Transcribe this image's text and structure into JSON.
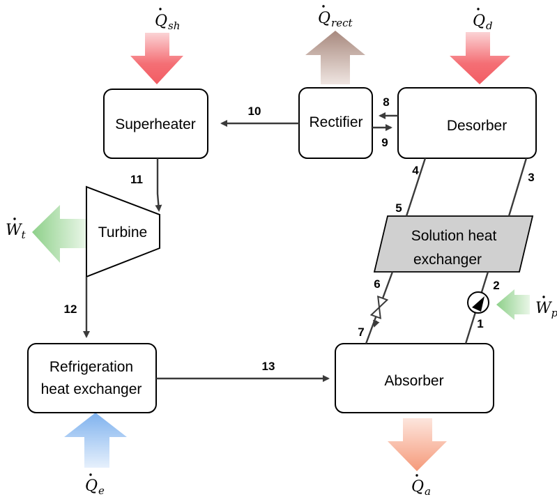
{
  "components": {
    "superheater": "Superheater",
    "rectifier": "Rectifier",
    "desorber": "Desorber",
    "turbine": "Turbine",
    "solution_hx_line1": "Solution heat",
    "solution_hx_line2": "exchanger",
    "refrigeration_hx_line1": "Refrigeration",
    "refrigeration_hx_line2": "heat exchanger",
    "absorber": "Absorber"
  },
  "streams": {
    "s1": "1",
    "s2": "2",
    "s3": "3",
    "s4": "4",
    "s5": "5",
    "s6": "6",
    "s7": "7",
    "s8": "8",
    "s9": "9",
    "s10": "10",
    "s11": "11",
    "s12": "12",
    "s13": "13"
  },
  "heat_flows": {
    "q_sh": {
      "base": "Q",
      "sub": "sh"
    },
    "q_rect": {
      "base": "Q",
      "sub": "rect"
    },
    "q_d": {
      "base": "Q",
      "sub": "d"
    },
    "w_t": {
      "base": "W",
      "sub": "t"
    },
    "w_p": {
      "base": "W",
      "sub": "p"
    },
    "q_e": {
      "base": "Q",
      "sub": "e"
    },
    "q_a": {
      "base": "Q",
      "sub": "a"
    }
  },
  "colors": {
    "heat_in": "#f25c63",
    "heat_rect": "#b09389",
    "work_out": "#8ed08a",
    "cooling": "#7fb2ee",
    "heat_out": "#f59a7a",
    "shx_fill": "#d0d0d0"
  }
}
